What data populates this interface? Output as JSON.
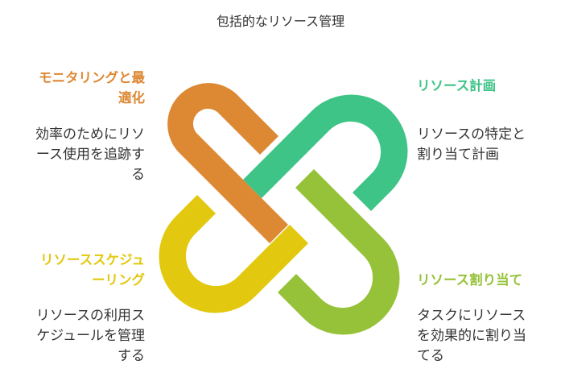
{
  "title": "包括的なリソース管理",
  "colors": {
    "orange": "#dd8833",
    "green": "#3fc487",
    "yellow": "#e2c80e",
    "lime": "#96c23a"
  },
  "sections": {
    "top_left": {
      "heading": [
        "モニタリングと最",
        "適化"
      ],
      "text": [
        "効率のためにリソ",
        "ース使用を追跡す",
        "る"
      ]
    },
    "top_right": {
      "heading": [
        "リソース計画"
      ],
      "text": [
        "リソースの特定と",
        "割り当て計画"
      ]
    },
    "bottom_left": {
      "heading": [
        "リソーススケジュ",
        "ーリング"
      ],
      "text": [
        "リソースの利用ス",
        "ケジュールを管理",
        "する"
      ]
    },
    "bottom_right": {
      "heading": [
        "リソース割り当て"
      ],
      "text": [
        "タスクにリソース",
        "を効果的に割り当",
        "てる"
      ]
    }
  }
}
